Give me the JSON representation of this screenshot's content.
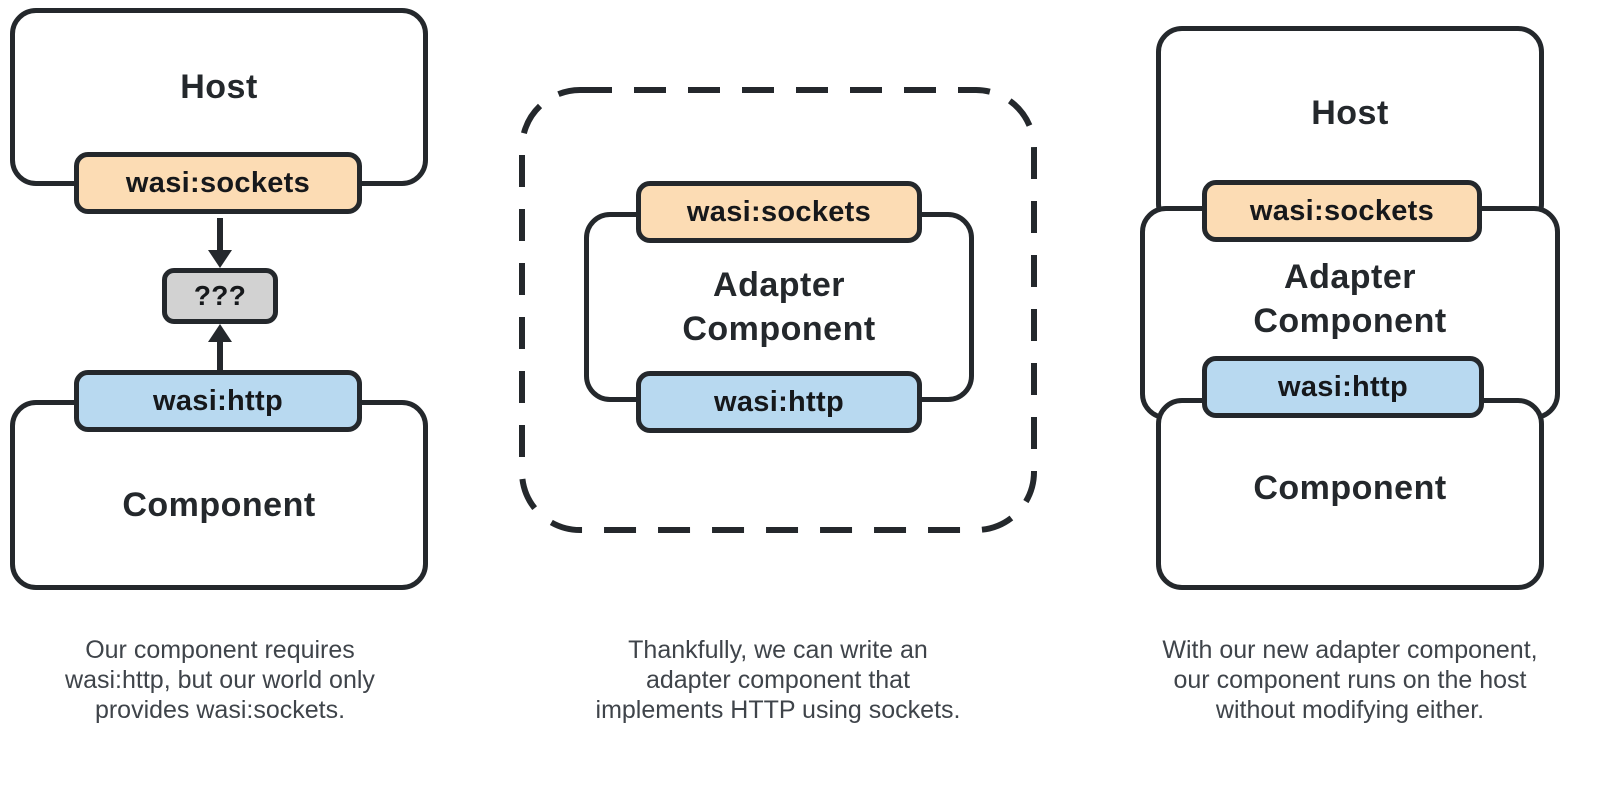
{
  "colors": {
    "stroke": "#24282c",
    "sockets_fill": "#fcdcb4",
    "http_fill": "#b8d9f0",
    "unknown_fill": "#d2d2d2",
    "caption_text": "#3f444a"
  },
  "left_panel": {
    "host_label": "Host",
    "sockets_badge": "wasi:sockets",
    "unknown_badge": "???",
    "http_badge": "wasi:http",
    "component_label": "Component",
    "caption_lines": [
      "Our component requires",
      "wasi:http, but our world only",
      "provides wasi:sockets."
    ]
  },
  "middle_panel": {
    "sockets_badge": "wasi:sockets",
    "adapter_label": "Adapter Component",
    "http_badge": "wasi:http",
    "caption_lines": [
      "Thankfully, we can write an",
      "adapter component that",
      "implements HTTP using sockets."
    ]
  },
  "right_panel": {
    "host_label": "Host",
    "sockets_badge": "wasi:sockets",
    "adapter_label": "Adapter Component",
    "http_badge": "wasi:http",
    "component_label": "Component",
    "caption_lines": [
      "With our new adapter component,",
      "our component runs on the host",
      "without modifying either."
    ]
  }
}
